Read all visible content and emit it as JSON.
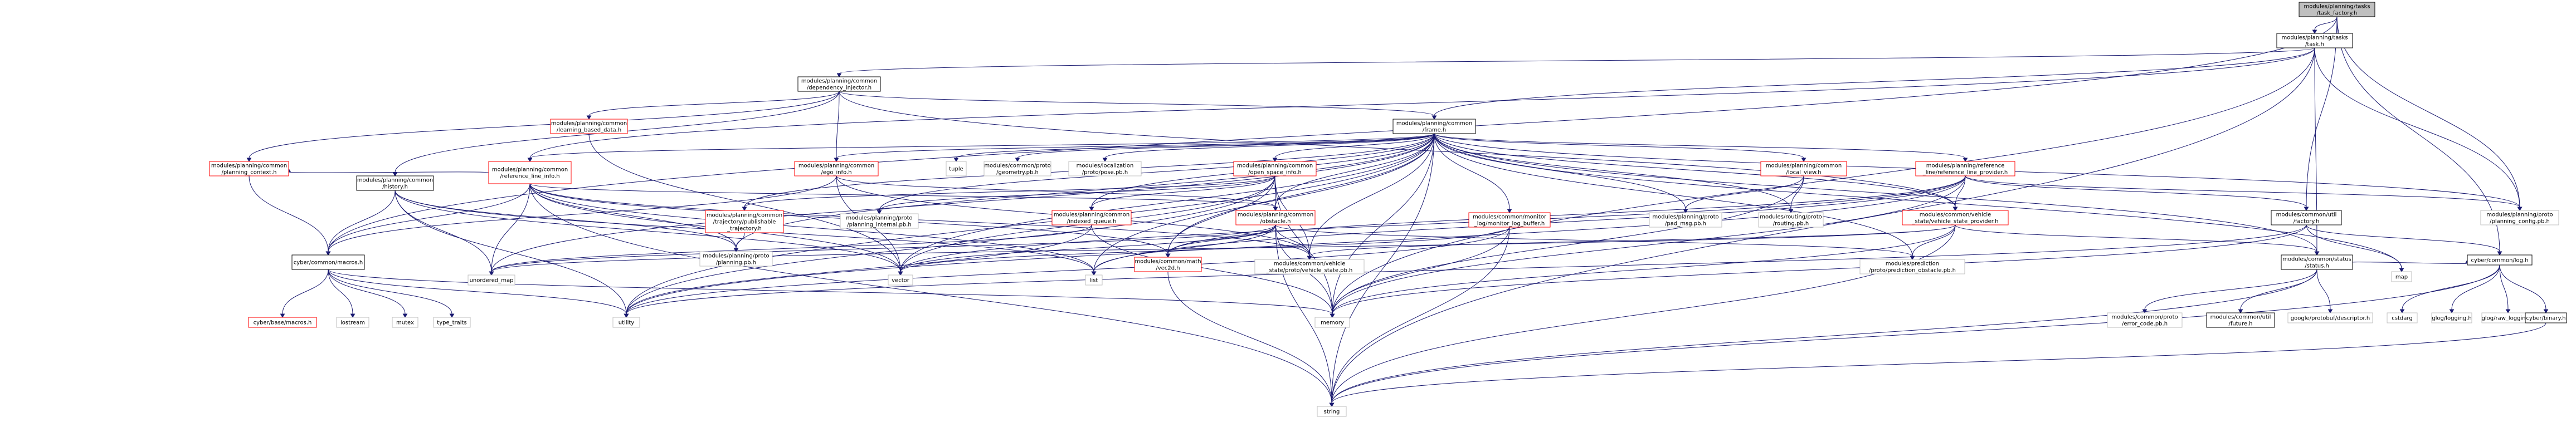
{
  "colors": {
    "edge": "#191970",
    "root_fill": "#bfbfbf",
    "normal_fill": "#ffffff",
    "normal_border": "#000000",
    "red_border": "#ff0000",
    "gray_border": "#bfbfbf"
  },
  "nodes": [
    {
      "id": "root",
      "lines": [
        "modules/planning/tasks",
        "/task_factory.h"
      ],
      "style": "root"
    },
    {
      "id": "task",
      "lines": [
        "modules/planning/tasks",
        "/task.h"
      ],
      "style": "normal"
    },
    {
      "id": "depinj",
      "lines": [
        "modules/planning/common",
        "/dependency_injector.h"
      ],
      "style": "normal"
    },
    {
      "id": "frame",
      "lines": [
        "modules/planning/common",
        "/frame.h"
      ],
      "style": "normal"
    },
    {
      "id": "learning",
      "lines": [
        "modules/planning/common",
        "/learning_based_data.h"
      ],
      "style": "red"
    },
    {
      "id": "refline",
      "lines": [
        "modules/planning/common",
        "/reference_line_info.h"
      ],
      "style": "red"
    },
    {
      "id": "history",
      "lines": [
        "modules/planning/common",
        "/history.h"
      ],
      "style": "normal"
    },
    {
      "id": "egoinfo",
      "lines": [
        "modules/planning/common",
        "/ego_info.h"
      ],
      "style": "red"
    },
    {
      "id": "planctx",
      "lines": [
        "modules/planning/common",
        "/planning_context.h"
      ],
      "style": "red"
    },
    {
      "id": "tuple",
      "lines": [
        "tuple"
      ],
      "style": "gray"
    },
    {
      "id": "geometry",
      "lines": [
        "modules/common/proto",
        "/geometry.pb.h"
      ],
      "style": "gray"
    },
    {
      "id": "pose",
      "lines": [
        "modules/localization",
        "/proto/pose.pb.h"
      ],
      "style": "gray"
    },
    {
      "id": "openspace",
      "lines": [
        "modules/planning/common",
        "/open_space_info.h"
      ],
      "style": "red"
    },
    {
      "id": "trajpub",
      "lines": [
        "modules/planning/common",
        "/trajectory/publishable",
        "_trajectory.h"
      ],
      "style": "red"
    },
    {
      "id": "planint",
      "lines": [
        "modules/planning/proto",
        "/planning_internal.pb.h"
      ],
      "style": "gray"
    },
    {
      "id": "indexq",
      "lines": [
        "modules/planning/common",
        "/indexed_queue.h"
      ],
      "style": "red"
    },
    {
      "id": "obstacle",
      "lines": [
        "modules/planning/common",
        "/obstacle.h"
      ],
      "style": "red"
    },
    {
      "id": "localview",
      "lines": [
        "modules/planning/common",
        "/local_view.h"
      ],
      "style": "red"
    },
    {
      "id": "monitor",
      "lines": [
        "modules/common/monitor",
        "_log/monitor_log_buffer.h"
      ],
      "style": "red"
    },
    {
      "id": "padmsg",
      "lines": [
        "modules/planning/proto",
        "/pad_msg.pb.h"
      ],
      "style": "gray"
    },
    {
      "id": "routing",
      "lines": [
        "modules/routing/proto",
        "/routing.pb.h"
      ],
      "style": "gray"
    },
    {
      "id": "reflineprov",
      "lines": [
        "modules/planning/reference",
        "_line/reference_line_provider.h"
      ],
      "style": "red"
    },
    {
      "id": "vsp",
      "lines": [
        "modules/common/vehicle",
        "_state/vehicle_state_provider.h"
      ],
      "style": "red"
    },
    {
      "id": "factory",
      "lines": [
        "modules/common/util",
        "/factory.h"
      ],
      "style": "normal"
    },
    {
      "id": "planconfig",
      "lines": [
        "modules/planning/proto",
        "/planning_config.pb.h"
      ],
      "style": "gray"
    },
    {
      "id": "macros",
      "lines": [
        "cyber/common/macros.h"
      ],
      "style": "normal"
    },
    {
      "id": "unordmap",
      "lines": [
        "unordered_map"
      ],
      "style": "gray"
    },
    {
      "id": "planpb",
      "lines": [
        "modules/planning/proto",
        "/planning.pb.h"
      ],
      "style": "gray"
    },
    {
      "id": "vector",
      "lines": [
        "vector"
      ],
      "style": "gray"
    },
    {
      "id": "list",
      "lines": [
        "list"
      ],
      "style": "gray"
    },
    {
      "id": "vec2d",
      "lines": [
        "modules/common/math",
        "/vec2d.h"
      ],
      "style": "red"
    },
    {
      "id": "vspb",
      "lines": [
        "modules/common/vehicle",
        "_state/proto/vehicle_state.pb.h"
      ],
      "style": "gray"
    },
    {
      "id": "predobs",
      "lines": [
        "modules/prediction",
        "/proto/prediction_obstacle.pb.h"
      ],
      "style": "gray"
    },
    {
      "id": "map",
      "lines": [
        "map"
      ],
      "style": "gray"
    },
    {
      "id": "status",
      "lines": [
        "modules/common/status",
        "/status.h"
      ],
      "style": "normal"
    },
    {
      "id": "log",
      "lines": [
        "cyber/common/log.h"
      ],
      "style": "normal"
    },
    {
      "id": "basemacros",
      "lines": [
        "cyber/base/macros.h"
      ],
      "style": "red"
    },
    {
      "id": "iostream",
      "lines": [
        "iostream"
      ],
      "style": "gray"
    },
    {
      "id": "mutex",
      "lines": [
        "mutex"
      ],
      "style": "gray"
    },
    {
      "id": "typetraits",
      "lines": [
        "type_traits"
      ],
      "style": "gray"
    },
    {
      "id": "utility",
      "lines": [
        "utility"
      ],
      "style": "gray"
    },
    {
      "id": "memory",
      "lines": [
        "memory"
      ],
      "style": "gray"
    },
    {
      "id": "errorcode",
      "lines": [
        "modules/common/proto",
        "/error_code.pb.h"
      ],
      "style": "gray"
    },
    {
      "id": "future",
      "lines": [
        "modules/common/util",
        "/future.h"
      ],
      "style": "normal"
    },
    {
      "id": "descriptor",
      "lines": [
        "google/protobuf/descriptor.h"
      ],
      "style": "gray"
    },
    {
      "id": "cstdarg",
      "lines": [
        "cstdarg"
      ],
      "style": "gray"
    },
    {
      "id": "gloglog",
      "lines": [
        "glog/logging.h"
      ],
      "style": "gray"
    },
    {
      "id": "glograw",
      "lines": [
        "glog/raw_logging.h"
      ],
      "style": "gray"
    },
    {
      "id": "binary",
      "lines": [
        "cyber/binary.h"
      ],
      "style": "normal"
    },
    {
      "id": "string",
      "lines": [
        "string"
      ],
      "style": "gray"
    }
  ],
  "edges": [
    [
      "root",
      "task"
    ],
    [
      "root",
      "factory"
    ],
    [
      "root",
      "macros"
    ],
    [
      "root",
      "planconfig"
    ],
    [
      "root",
      "log"
    ],
    [
      "task",
      "depinj"
    ],
    [
      "task",
      "frame"
    ],
    [
      "task",
      "planconfig"
    ],
    [
      "task",
      "memory"
    ],
    [
      "task",
      "string"
    ],
    [
      "task",
      "status"
    ],
    [
      "task",
      "refline"
    ],
    [
      "depinj",
      "frame"
    ],
    [
      "depinj",
      "learning"
    ],
    [
      "depinj",
      "history"
    ],
    [
      "depinj",
      "egoinfo"
    ],
    [
      "depinj",
      "planctx"
    ],
    [
      "depinj",
      "vsp"
    ],
    [
      "frame",
      "refline"
    ],
    [
      "frame",
      "egoinfo"
    ],
    [
      "frame",
      "tuple"
    ],
    [
      "frame",
      "geometry"
    ],
    [
      "frame",
      "pose"
    ],
    [
      "frame",
      "openspace"
    ],
    [
      "frame",
      "trajpub"
    ],
    [
      "frame",
      "planint"
    ],
    [
      "frame",
      "indexq"
    ],
    [
      "frame",
      "obstacle"
    ],
    [
      "frame",
      "localview"
    ],
    [
      "frame",
      "monitor"
    ],
    [
      "frame",
      "padmsg"
    ],
    [
      "frame",
      "routing"
    ],
    [
      "frame",
      "reflineprov"
    ],
    [
      "frame",
      "vsp"
    ],
    [
      "frame",
      "planconfig"
    ],
    [
      "frame",
      "status"
    ],
    [
      "frame",
      "map"
    ],
    [
      "frame",
      "list"
    ],
    [
      "frame",
      "vector"
    ],
    [
      "frame",
      "vec2d"
    ],
    [
      "frame",
      "vspb"
    ],
    [
      "frame",
      "predobs"
    ],
    [
      "frame",
      "unordmap"
    ],
    [
      "frame",
      "planpb"
    ],
    [
      "frame",
      "utility"
    ],
    [
      "frame",
      "memory"
    ],
    [
      "frame",
      "string"
    ],
    [
      "learning",
      "vector"
    ],
    [
      "refline",
      "planctx"
    ],
    [
      "refline",
      "obstacle"
    ],
    [
      "refline",
      "vector"
    ],
    [
      "refline",
      "unordmap"
    ],
    [
      "refline",
      "list"
    ],
    [
      "refline",
      "vspb"
    ],
    [
      "refline",
      "planpb"
    ],
    [
      "refline",
      "string"
    ],
    [
      "refline",
      "vec2d"
    ],
    [
      "refline",
      "macros"
    ],
    [
      "history",
      "macros"
    ],
    [
      "history",
      "unordmap"
    ],
    [
      "history",
      "list"
    ],
    [
      "history",
      "planpb"
    ],
    [
      "history",
      "vector"
    ],
    [
      "history",
      "utility"
    ],
    [
      "egoinfo",
      "vector"
    ],
    [
      "egoinfo",
      "vspb"
    ],
    [
      "egoinfo",
      "macros"
    ],
    [
      "egoinfo",
      "obstacle"
    ],
    [
      "planctx",
      "macros"
    ],
    [
      "openspace",
      "trajpub"
    ],
    [
      "openspace",
      "planint"
    ],
    [
      "openspace",
      "indexq"
    ],
    [
      "openspace",
      "obstacle"
    ],
    [
      "openspace",
      "vec2d"
    ],
    [
      "openspace",
      "vector"
    ],
    [
      "openspace",
      "memory"
    ],
    [
      "openspace",
      "utility"
    ],
    [
      "openspace",
      "vspb"
    ],
    [
      "trajpub",
      "planpb"
    ],
    [
      "indexq",
      "unordmap"
    ],
    [
      "indexq",
      "utility"
    ],
    [
      "indexq",
      "memory"
    ],
    [
      "obstacle",
      "vec2d"
    ],
    [
      "obstacle",
      "vspb"
    ],
    [
      "obstacle",
      "predobs"
    ],
    [
      "obstacle",
      "list"
    ],
    [
      "obstacle",
      "vector"
    ],
    [
      "obstacle",
      "memory"
    ],
    [
      "obstacle",
      "string"
    ],
    [
      "obstacle",
      "unordmap"
    ],
    [
      "localview",
      "padmsg"
    ],
    [
      "localview",
      "routing"
    ],
    [
      "localview",
      "memory"
    ],
    [
      "monitor",
      "memory"
    ],
    [
      "monitor",
      "string"
    ],
    [
      "monitor",
      "utility"
    ],
    [
      "monitor",
      "vector"
    ],
    [
      "reflineprov",
      "vsp"
    ],
    [
      "reflineprov",
      "planconfig"
    ],
    [
      "reflineprov",
      "vec2d"
    ],
    [
      "reflineprov",
      "list"
    ],
    [
      "reflineprov",
      "memory"
    ],
    [
      "reflineprov",
      "vector"
    ],
    [
      "reflineprov",
      "factory"
    ],
    [
      "reflineprov",
      "utility"
    ],
    [
      "vsp",
      "vspb"
    ],
    [
      "vsp",
      "status"
    ],
    [
      "vsp",
      "memory"
    ],
    [
      "vsp",
      "string"
    ],
    [
      "vsp",
      "unordmap"
    ],
    [
      "vsp",
      "predobs"
    ],
    [
      "factory",
      "map"
    ],
    [
      "factory",
      "memory"
    ],
    [
      "factory",
      "utility"
    ],
    [
      "factory",
      "log"
    ],
    [
      "macros",
      "basemacros"
    ],
    [
      "macros",
      "iostream"
    ],
    [
      "macros",
      "mutex"
    ],
    [
      "macros",
      "typetraits"
    ],
    [
      "macros",
      "utility"
    ],
    [
      "macros",
      "memory"
    ],
    [
      "vec2d",
      "string"
    ],
    [
      "status",
      "errorcode"
    ],
    [
      "status",
      "future"
    ],
    [
      "status",
      "descriptor"
    ],
    [
      "status",
      "string"
    ],
    [
      "status",
      "log"
    ],
    [
      "log",
      "cstdarg"
    ],
    [
      "log",
      "gloglog"
    ],
    [
      "log",
      "glograw"
    ],
    [
      "log",
      "binary"
    ],
    [
      "log",
      "string"
    ],
    [
      "binary",
      "string"
    ]
  ]
}
